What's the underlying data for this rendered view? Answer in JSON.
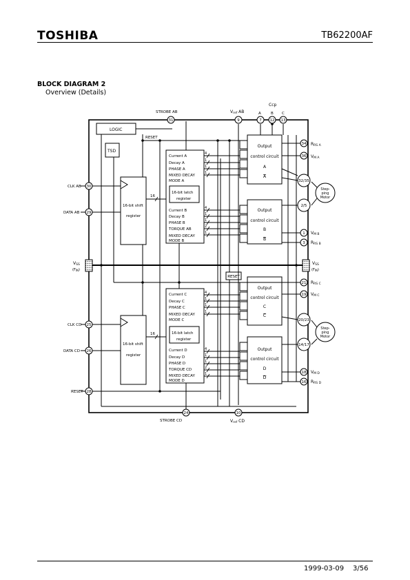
{
  "header": {
    "logo": "TOSHIBA",
    "part_number": "TB62200AF"
  },
  "section": {
    "title": "BLOCK DIAGRAM 2",
    "subtitle": "Overview (Details)"
  },
  "diagram": {
    "logic": "LOGIC",
    "tsd": "TSD",
    "reset_label": "RESET",
    "strobe_ab": "STROBE AB",
    "strobe_cd": "STROBE CD",
    "vref_ab": "V",
    "vref_ab_sub": "ref",
    "vref_ab_suffix": " AB",
    "vref_cd": "V",
    "vref_cd_sub": "ref",
    "vref_cd_suffix": " CD",
    "ccp": "Ccp",
    "ccp_a": "A",
    "ccp_b": "B",
    "ccp_c": "C",
    "clk_ab": "CLK AB",
    "data_ab": "DATA AB",
    "clk_cd": "CLK CD",
    "data_cd": "DATA CD",
    "reset_pin": "RESET",
    "vss": "V",
    "vss_sub": "SS",
    "fin": "(F",
    "fin_sub": "IN",
    "fin_close": ")",
    "shift_reg_line1": "16-bit shift",
    "shift_reg_line2": "register",
    "latch_line1": "16-bit latch",
    "latch_line2": "register",
    "bus_width": "16",
    "mux_ab": [
      "Current A",
      "Decay A",
      "PHASE A",
      "MIXED DECAY",
      "MODE A",
      "Current B",
      "Decay B",
      "PHASE B",
      "TORQUE AB",
      "MIXED DECAY",
      "MODE B"
    ],
    "mux_cd": [
      "Current C",
      "Decay C",
      "PHASE C",
      "MIXED DECAY",
      "MODE C",
      "Current D",
      "Decay D",
      "PHASE D",
      "TORQUE CD",
      "MIXED DECAY",
      "MODE D"
    ],
    "bits_ab": [
      "4",
      "1",
      "1",
      "1",
      "4",
      "1",
      "1",
      "2",
      "1"
    ],
    "bits_cd": [
      "4",
      "1",
      "1",
      "1",
      "4",
      "1",
      "1",
      "2",
      "1"
    ],
    "output_line1": "Output",
    "output_line2": "control circuit",
    "out_a": "A",
    "out_b": "B",
    "out_c": "C",
    "out_d": "D",
    "pins": {
      "p31": "31",
      "p9": "9",
      "p7": "7",
      "p12": "12",
      "p13": "13",
      "p34": "34",
      "p36": "36",
      "p32_35": "32/35",
      "p2_5": "2/5",
      "p1": "1",
      "p3": "3",
      "p30": "30",
      "p29": "29",
      "p21": "21",
      "p19": "19",
      "p20_23": "20/23",
      "p14_17": "14/17",
      "p18": "18",
      "p16": "16",
      "p25": "25",
      "p26": "26",
      "p28": "28",
      "p24": "24",
      "p10": "10"
    },
    "rs_a": "R",
    "rs_a_sub": "RS A",
    "vm_a": "V",
    "vm_a_sub": "M A",
    "vm_b": "V",
    "vm_b_sub": "M B",
    "rs_b": "R",
    "rs_b_sub": "RS B",
    "rs_c": "R",
    "rs_c_sub": "RS C",
    "vm_c": "V",
    "vm_c_sub": "M C",
    "vm_d": "V",
    "vm_d_sub": "M D",
    "rs_d": "R",
    "rs_d_sub": "RS D",
    "motor_l1": "Step-",
    "motor_l2": "ping",
    "motor_l3": "Motor"
  },
  "footer": {
    "date": "1999-03-09",
    "page": "3/56"
  }
}
